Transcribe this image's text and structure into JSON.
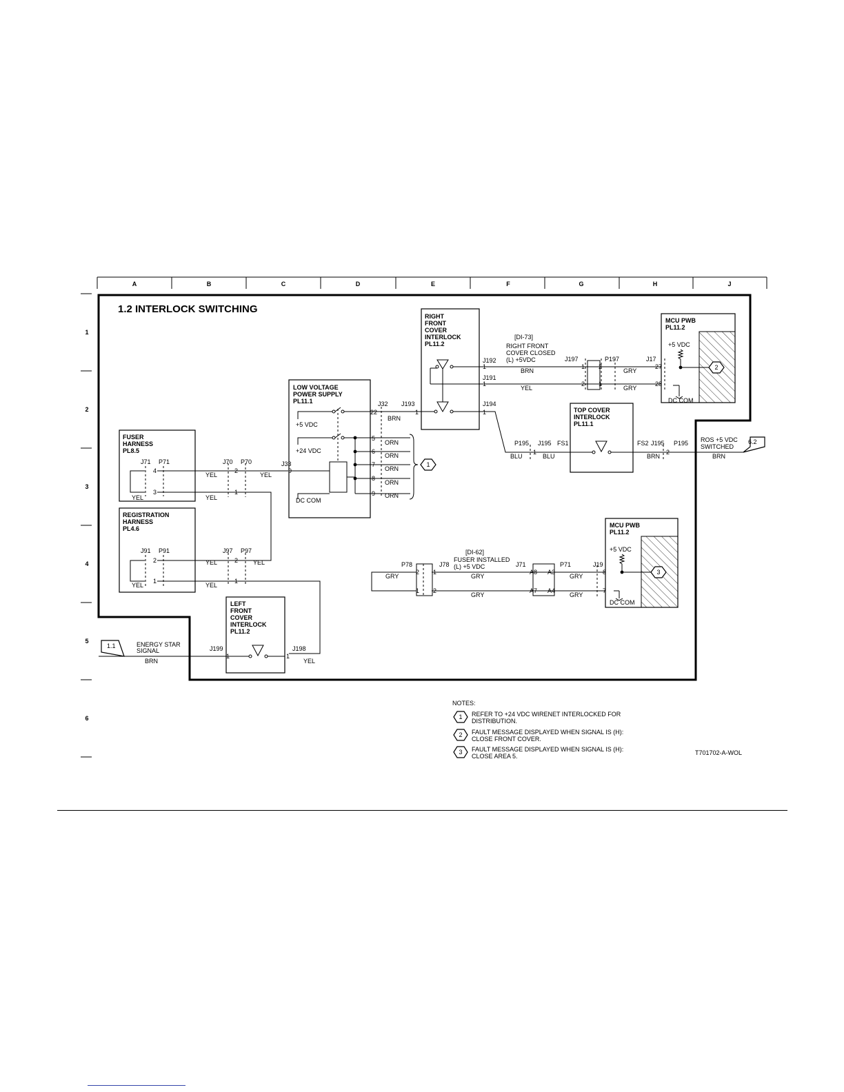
{
  "title": "1.2 INTERLOCK SWITCHING",
  "figure_id": "T701702-A-WOL",
  "grid": {
    "columns": [
      "A",
      "B",
      "C",
      "D",
      "E",
      "F",
      "G",
      "H",
      "J"
    ],
    "rows": [
      "1",
      "2",
      "3",
      "4",
      "5",
      "6"
    ]
  },
  "components": {
    "right_front_cover": [
      "RIGHT",
      "FRONT",
      "COVER",
      "INTERLOCK",
      "PL11.2"
    ],
    "mcu_pwb_1": [
      "MCU PWB",
      "PL11.2"
    ],
    "lvps": [
      "LOW VOLTAGE",
      "POWER SUPPLY",
      "PL11.1"
    ],
    "top_cover": [
      "TOP COVER",
      "INTERLOCK",
      "PL11.1"
    ],
    "fuser_harness": [
      "FUSER",
      "HARNESS",
      "PL8.5"
    ],
    "registration_harness": [
      "REGISTRATION",
      "HARNESS",
      "PL4.6"
    ],
    "mcu_pwb_2": [
      "MCU PWB",
      "PL11.2"
    ],
    "left_front_cover": [
      "LEFT",
      "FRONT",
      "COVER",
      "INTERLOCK",
      "PL11.2"
    ]
  },
  "labels": {
    "vdc5": "+5 VDC",
    "vdc24": "+24 VDC",
    "dccom": "DC COM",
    "di73": "[DI-73]",
    "rfc_signal": [
      "RIGHT FRONT",
      "COVER CLOSED",
      "(L) +5VDC"
    ],
    "di62": "[DI-62]",
    "fuser_signal": [
      "FUSER INSTALLED",
      "(L) +5 VDC"
    ],
    "ros_signal": [
      "ROS +5 VDC",
      "SWITCHED"
    ],
    "energy_star": [
      "ENERGY STAR",
      "SIGNAL"
    ],
    "ref_in": "1.1",
    "ref_out": "6.2"
  },
  "connectors": {
    "J192": "J192",
    "J191": "J191",
    "J194": "J194",
    "J193": "J193",
    "J32": "J32",
    "J33": "J33",
    "J197": "J197",
    "P197": "P197",
    "J17": "J17",
    "P195a": "P195",
    "J195a": "J195",
    "FS1": "FS1",
    "FS2": "FS2",
    "J195b": "J195",
    "P195b": "P195",
    "J71": "J71",
    "P71": "P71",
    "J70": "J70",
    "P70": "P70",
    "J91": "J91",
    "P91": "P91",
    "J97": "J97",
    "P97": "P97",
    "P78": "P78",
    "J78": "J78",
    "J71b": "J71",
    "P71b": "P71",
    "J19": "J19",
    "J199": "J199",
    "J198": "J198"
  },
  "pins": {
    "p1": "1",
    "p2": "2",
    "p3": "3",
    "p4": "4",
    "p5": "5",
    "p6": "6",
    "p7": "7",
    "p8": "8",
    "p9": "9",
    "p22": "22",
    "p27": "27",
    "p28": "28",
    "a3": "A3",
    "a4": "A4",
    "a7": "A7",
    "a8": "A8"
  },
  "wires": {
    "BRN": "BRN",
    "YEL": "YEL",
    "GRY": "GRY",
    "BLU": "BLU",
    "ORN": "ORN"
  },
  "notes": {
    "heading": "NOTES:",
    "items": [
      {
        "num": "1",
        "lines": [
          "REFER TO +24 VDC WIRENET INTERLOCKED FOR",
          "DISTRIBUTION."
        ]
      },
      {
        "num": "2",
        "lines": [
          "FAULT MESSAGE DISPLAYED WHEN SIGNAL IS (H):",
          "CLOSE FRONT COVER."
        ]
      },
      {
        "num": "3",
        "lines": [
          "FAULT MESSAGE DISPLAYED WHEN SIGNAL IS (H):",
          "CLOSE AREA 5."
        ]
      }
    ]
  },
  "colors": {
    "ink": "#000000",
    "background": "#ffffff",
    "footer_link": "#3344aa"
  }
}
